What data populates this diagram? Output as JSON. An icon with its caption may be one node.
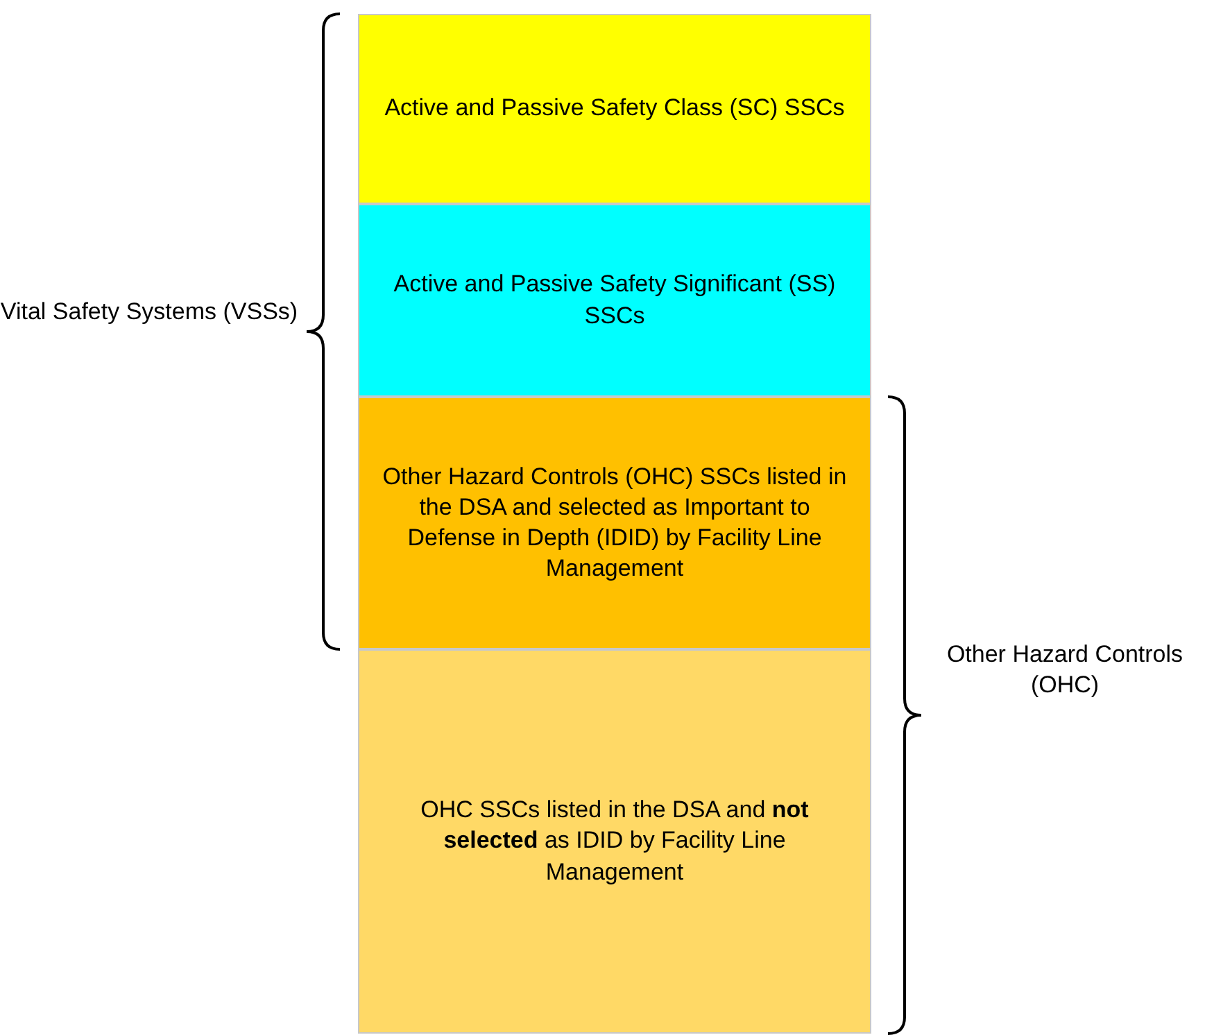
{
  "diagram": {
    "nodes": [
      {
        "text": [
          "Active and Passive Safety Class (SC) SSCs"
        ]
      },
      {
        "text": [
          "Active and Passive Safety Significant (SS) SSCs"
        ]
      },
      {
        "text": [
          "Other Hazard Controls (OHC) SSCs listed in the DSA and selected as Important to Defense in Depth (IDID) by Facility Line Management"
        ]
      },
      {
        "text": [
          "OHC SSCs listed in the DSA and **not selected** as IDID by Facility Line Management"
        ]
      }
    ],
    "labels": [
      "Vital Safety Systems (VSSs)",
      "Other Hazard Controls (OHC)"
    ]
  }
}
